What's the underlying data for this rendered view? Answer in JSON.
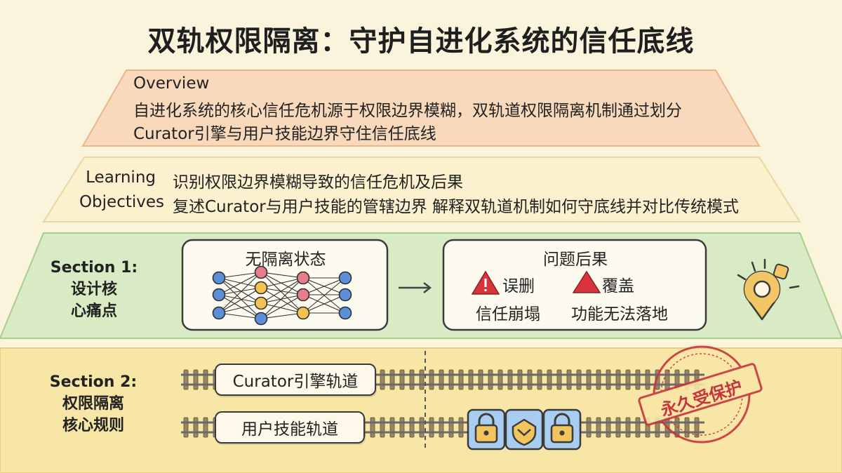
{
  "title": "双轨权限隔离：守护自进化系统的信任底线",
  "overview": {
    "heading": "Overview",
    "lines": [
      "自进化系统的核心信任危机源于权限边界模糊，双轨道权限隔离机制通过划分",
      "Curator引擎与用户技能边界守住信任底线"
    ]
  },
  "learning_objectives": {
    "label_line1": "Learning",
    "label_line2": "Objectives",
    "items": [
      "识别权限边界模糊导致的信任危机及后果",
      "复述Curator与用户技能的管辖边界 解释双轨道机制如何守底线并对比传统模式"
    ]
  },
  "section1": {
    "label_line1": "Section 1:",
    "label_line2": "设计核",
    "label_line3": "心痛点",
    "left_panel_title": "无隔离状态",
    "right_panel_title": "问题后果",
    "issues": [
      "误删",
      "覆盖",
      "信任崩塌",
      "功能无法落地"
    ]
  },
  "section2": {
    "label_line1": "Section 2:",
    "label_line2": "权限隔离",
    "label_line3": "核心规则",
    "track1_label": "Curator引擎轨道",
    "track2_label": "用户技能轨道",
    "stamp": "永久受保护"
  },
  "colors": {
    "background": "#fbf4dc",
    "overview_band": "#f8d9bb",
    "objectives_band": "#fcf1cf",
    "section1_band": "#d9ebc4",
    "section2_band": "#f7e6a6",
    "alert_red": "#d8343c",
    "lock_blue": "#a8cdf0",
    "lock_gold": "#f1c45c"
  }
}
